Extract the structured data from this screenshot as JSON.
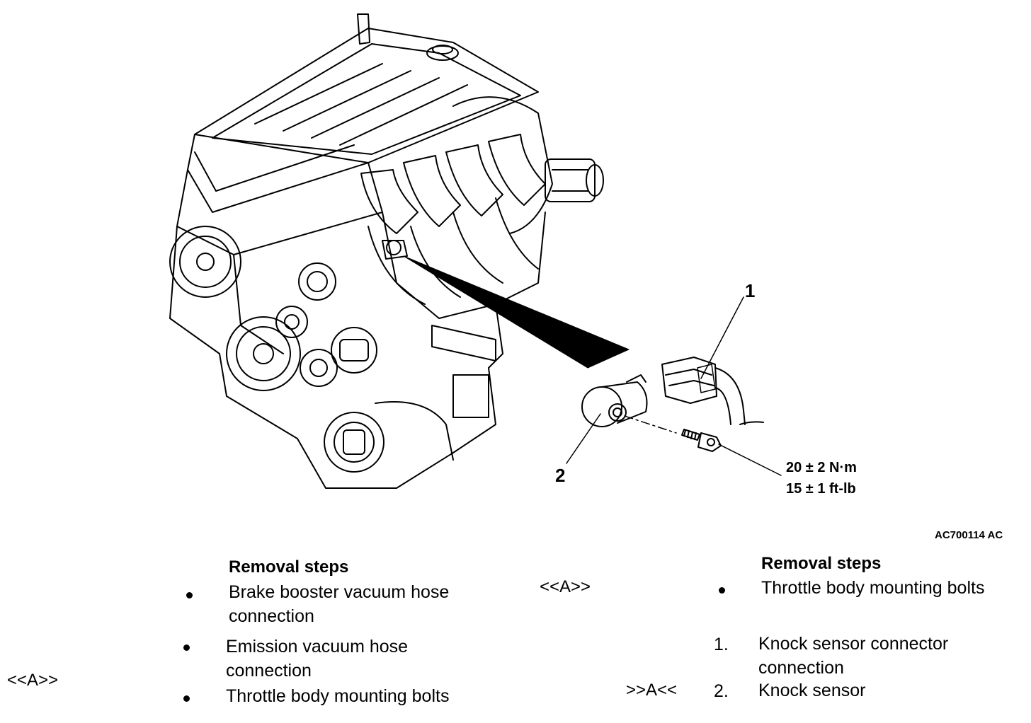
{
  "figure": {
    "callout_1": "1",
    "callout_2": "2",
    "torque_nm": "20 ± 2 N·m",
    "torque_ftlb": "15 ± 1 ft-lb",
    "figure_id": "AC700114 AC"
  },
  "left_column": {
    "header": "Removal steps",
    "steps": [
      {
        "text_line1": "Brake booster vacuum hose",
        "text_line2": "connection"
      },
      {
        "text_line1": "Emission vacuum hose",
        "text_line2": "connection"
      },
      {
        "text_line1": "Throttle body mounting bolts",
        "mark": "<<A>>"
      }
    ]
  },
  "right_column": {
    "header": "Removal steps",
    "steps": [
      {
        "text_line1": "Throttle body mounting bolts",
        "mark": "<<A>>"
      },
      {
        "number": "1.",
        "text_line1": "Knock sensor connector",
        "text_line2": "connection"
      },
      {
        "number": "2.",
        "text_line1": "Knock sensor",
        "mark": ">>A<<"
      }
    ]
  }
}
